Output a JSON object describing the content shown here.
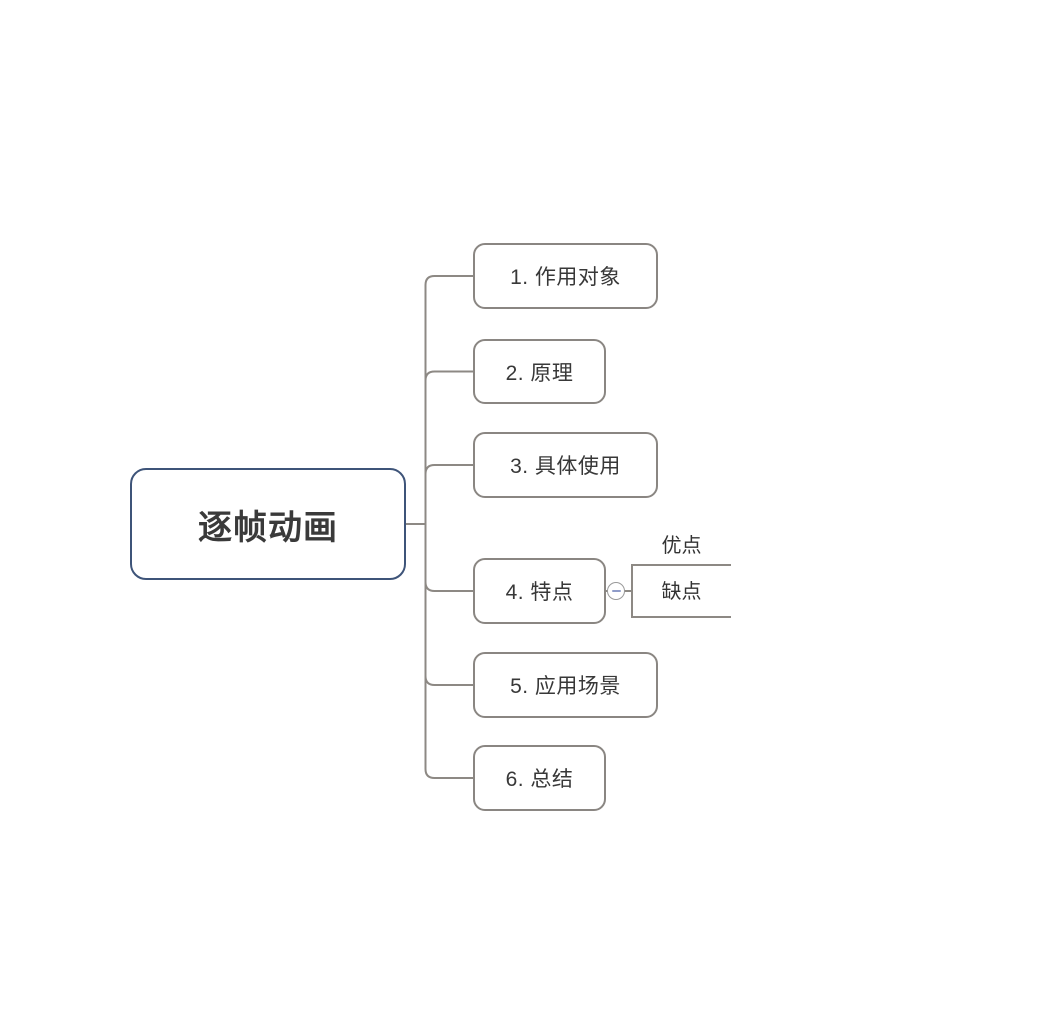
{
  "diagram": {
    "type": "mindmap",
    "root": {
      "label": "逐帧动画"
    },
    "children": [
      {
        "label": "1. 作用对象"
      },
      {
        "label": "2. 原理"
      },
      {
        "label": "3. 具体使用"
      },
      {
        "label": "4. 特点",
        "collapsed": false,
        "collapse_icon": "minus-circle",
        "children": [
          {
            "label": "优点"
          },
          {
            "label": "缺点"
          }
        ]
      },
      {
        "label": "5. 应用场景"
      },
      {
        "label": "6. 总结"
      }
    ],
    "colors": {
      "background": "#ffffff",
      "root_border": "#3e5479",
      "child_border": "#8a8682",
      "connector_line": "#8d8984",
      "text": "#383838",
      "collapse_circle_border": "#9a9a9a",
      "collapse_minus": "#8f9cc9"
    }
  }
}
